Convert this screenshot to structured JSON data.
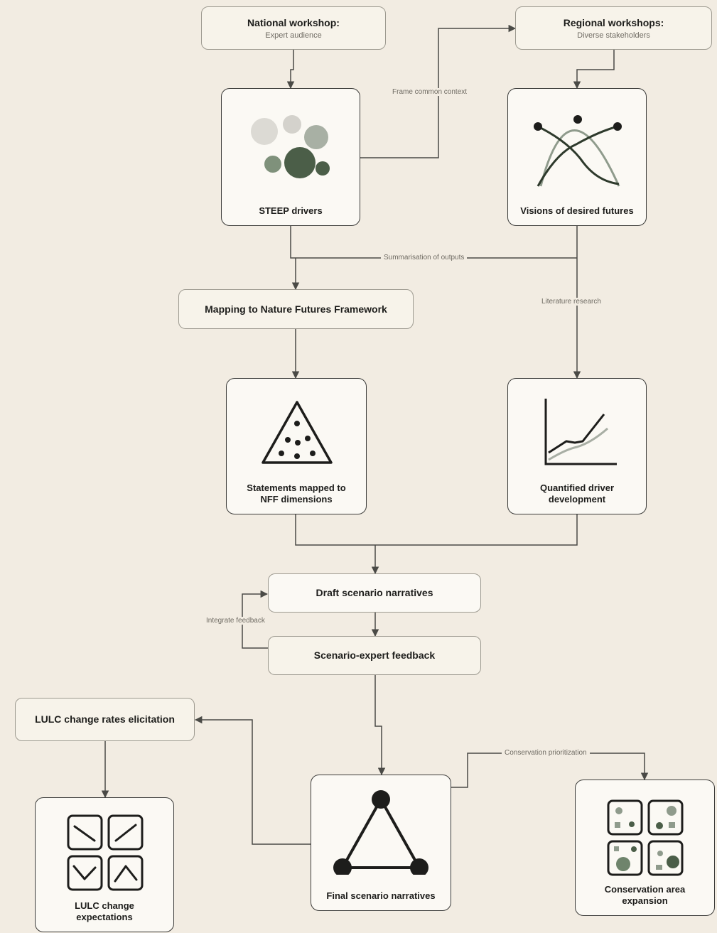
{
  "nodes": {
    "national": {
      "title": "National workshop:",
      "subtitle": "Expert audience"
    },
    "regional": {
      "title": "Regional workshops:",
      "subtitle": "Diverse stakeholders"
    },
    "steep": {
      "title": "STEEP drivers",
      "icon": "bubble-cluster-icon"
    },
    "visions": {
      "title": "Visions of desired futures",
      "icon": "crossing-curves-icon"
    },
    "mapping": {
      "title": "Mapping to Nature Futures Framework"
    },
    "statements": {
      "title": "Statements mapped to NFF dimensions",
      "icon": "triangle-dots-icon"
    },
    "quantified": {
      "title": "Quantified driver development",
      "icon": "line-chart-icon"
    },
    "draft": {
      "title": "Draft scenario narratives"
    },
    "feedback": {
      "title": "Scenario-expert feedback"
    },
    "lulc_rates": {
      "title": "LULC change rates elicitation"
    },
    "lulc_expect": {
      "title": "LULC change expectations",
      "icon": "trend-grid-icon"
    },
    "final": {
      "title": "Final scenario narratives",
      "icon": "network-triangle-icon"
    },
    "conservation": {
      "title": "Conservation area expansion",
      "icon": "map-grid-icon"
    }
  },
  "edge_labels": {
    "frame": "Frame common context",
    "summarisation": "Summarisation of outputs",
    "literature": "Literature research",
    "integrate": "Integrate feedback",
    "prioritization": "Conservation prioritization"
  },
  "colors": {
    "background": "#f2ece2",
    "box_fill": "#f7f3ea",
    "card_fill": "#fbf9f4",
    "line": "#4a4a46",
    "dark_green": "#4b5e48",
    "mid_green": "#6f846c",
    "light_grey": "#d9d7d1"
  }
}
